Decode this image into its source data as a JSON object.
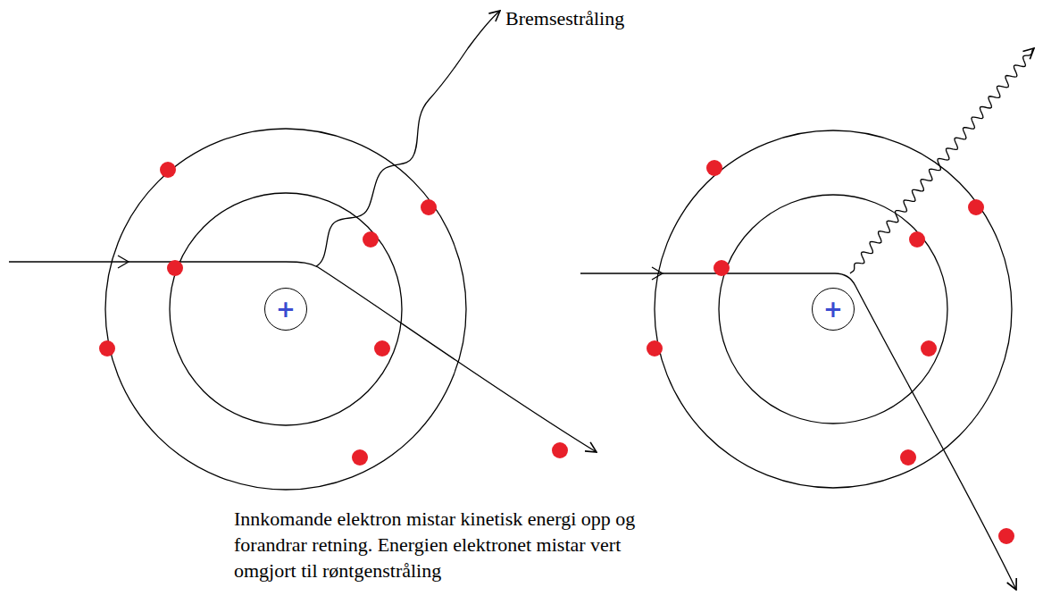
{
  "diagram": {
    "caption": "Innkomande elektron mistar kinetisk energi opp og forandrar retning. Energien elektronet mistar vert omgjort til røntgenstråling",
    "nodes": [
      {
        "text": [
          "+"
        ]
      },
      {
        "text": [
          "+"
        ]
      }
    ],
    "labels": [
      "Bremsestråling"
    ]
  }
}
